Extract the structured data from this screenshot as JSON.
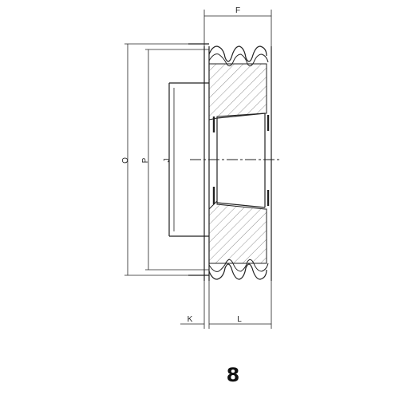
{
  "labels": {
    "dim_f": "F",
    "dim_o": "O",
    "dim_p": "P",
    "dim_j": "J",
    "dim_k": "K",
    "dim_l": "L"
  },
  "figure_number": "8",
  "colors": {
    "line": "#222222",
    "hatch": "#777777",
    "background": "#ffffff"
  }
}
